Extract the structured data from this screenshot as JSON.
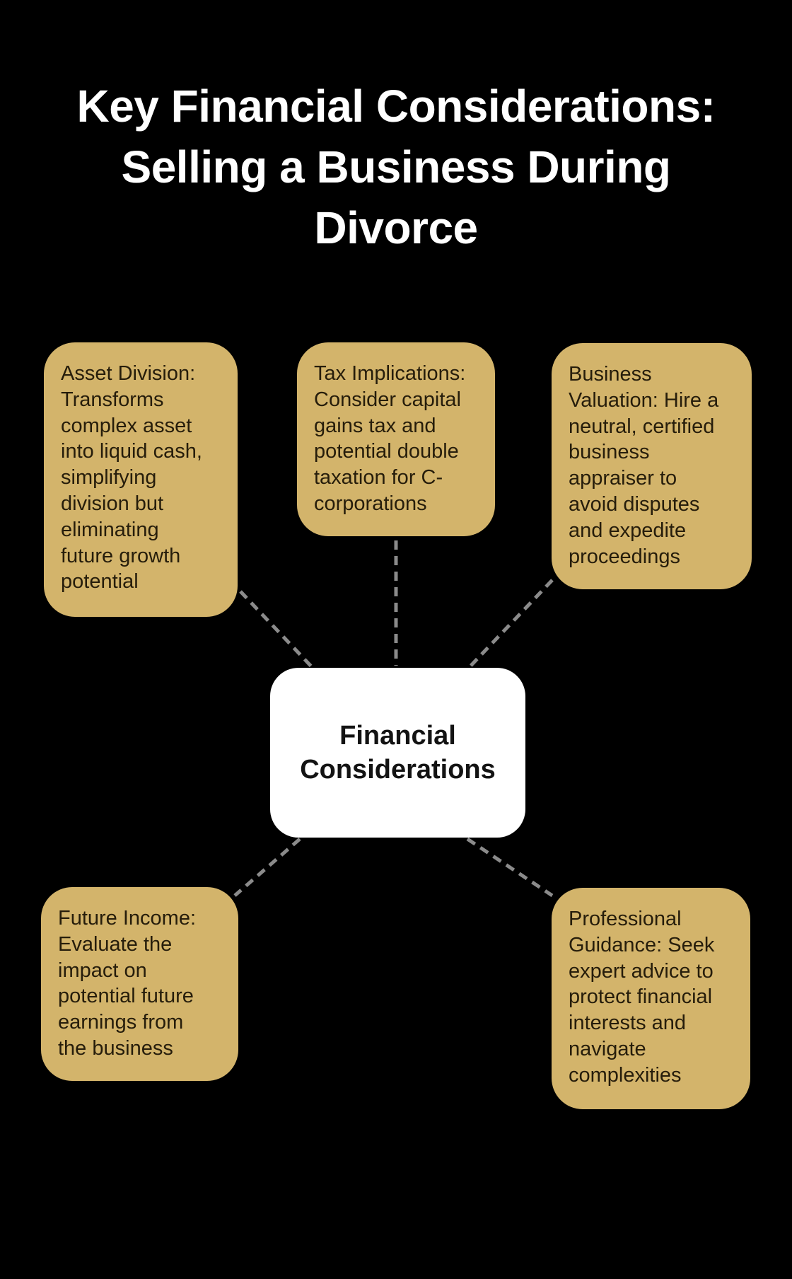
{
  "title": {
    "lines": [
      "Key Financial Considerations:",
      "Selling a Business During",
      "Divorce"
    ]
  },
  "center_node": {
    "lines": [
      "Financial",
      "Considerations"
    ]
  },
  "nodes": [
    {
      "id": "asset-division",
      "lines": [
        "Asset Division:",
        "Transforms",
        "complex asset",
        "into liquid cash,",
        "simplifying",
        "division but",
        "eliminating",
        "future growth",
        "potential"
      ]
    },
    {
      "id": "tax-implications",
      "lines": [
        "Tax Implications:",
        "Consider capital",
        "gains tax and",
        "potential double",
        "taxation for C-",
        "corporations"
      ]
    },
    {
      "id": "business-valuation",
      "lines": [
        "Business",
        "Valuation: Hire a",
        "neutral, certified",
        "business",
        "appraiser to",
        "avoid disputes",
        "and expedite",
        "proceedings"
      ]
    },
    {
      "id": "future-income",
      "lines": [
        "Future Income:",
        "Evaluate the",
        "impact on",
        "potential future",
        "earnings from",
        "the business"
      ]
    },
    {
      "id": "professional-guidance",
      "lines": [
        "Professional",
        "Guidance: Seek",
        "expert advice to",
        "protect financial",
        "interests and",
        "navigate",
        "complexities"
      ]
    }
  ],
  "colors": {
    "background": "#000000",
    "card": "#d3b46b",
    "card_text": "#261d0b",
    "center_card": "#ffffff",
    "center_text": "#131313",
    "connector": "#8b8b8b",
    "title_text": "#ffffff"
  }
}
